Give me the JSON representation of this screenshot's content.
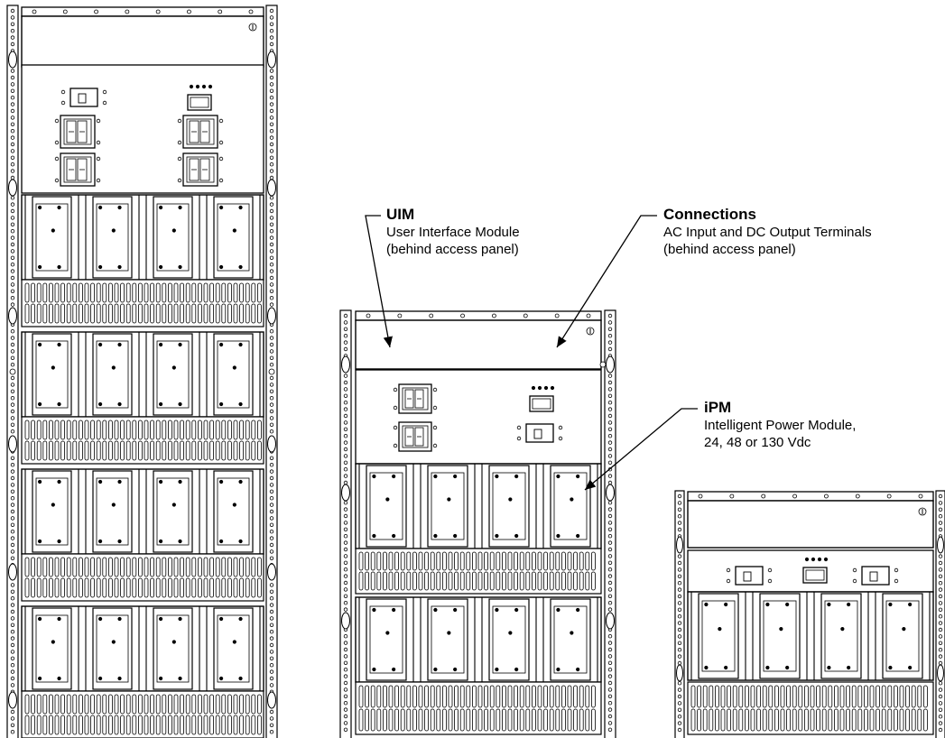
{
  "callouts": {
    "uim": {
      "title": "UIM",
      "line1": "User Interface Module",
      "line2": "(behind access panel)"
    },
    "connections": {
      "title": "Connections",
      "line1": "AC Input and DC Output Terminals",
      "line2": "(behind access panel)"
    },
    "ipm": {
      "title": "iPM",
      "line1": "Intelligent Power Module,",
      "line2": "24, 48 or 130 Vdc"
    }
  },
  "colors": {
    "line": "#000000",
    "background": "#ffffff"
  }
}
